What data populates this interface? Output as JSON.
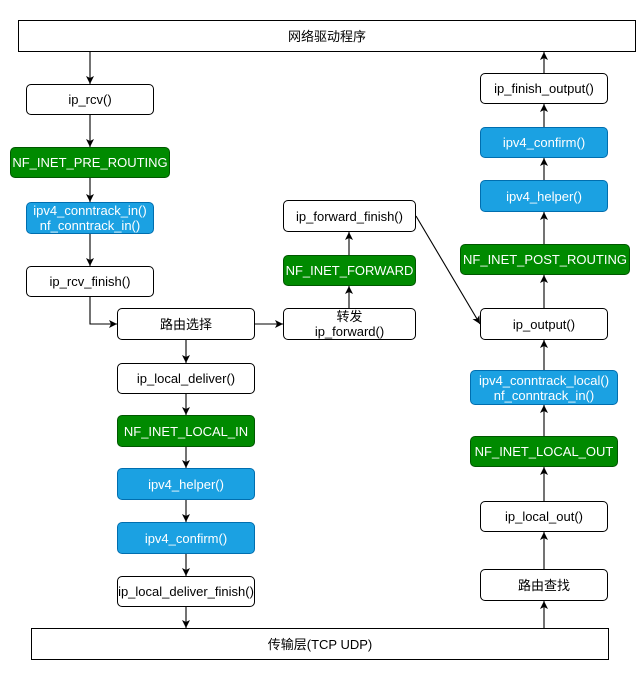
{
  "colors": {
    "hook_fill": "#008a00",
    "hook_stroke": "#005700",
    "helper_fill": "#1ba1e2",
    "helper_stroke": "#006eaf",
    "plain_fill": "#ffffff",
    "line": "#000000"
  },
  "layers": {
    "top": "网络驱动程序",
    "bottom": "传输层(TCP UDP)"
  },
  "receive_path": {
    "ip_rcv": "ip_rcv()",
    "pre_routing_hook": "NF_INET_PRE_ROUTING",
    "conntrack_in": [
      "ipv4_conntrack_in()",
      "nf_conntrack_in()"
    ],
    "ip_rcv_finish": "ip_rcv_finish()",
    "routing_decision": "路由选择"
  },
  "local_in_path": {
    "ip_local_deliver": "ip_local_deliver()",
    "local_in_hook": "NF_INET_LOCAL_IN",
    "helper": "ipv4_helper()",
    "confirm": "ipv4_confirm()",
    "ip_local_deliver_finish": "ip_local_deliver_finish()"
  },
  "forward_path": {
    "forward": [
      "转发",
      "ip_forward()"
    ],
    "forward_hook": "NF_INET_FORWARD",
    "ip_forward_finish": "ip_forward_finish()"
  },
  "output_path": {
    "route_lookup": "路由查找",
    "ip_local_out": "ip_local_out()",
    "local_out_hook": "NF_INET_LOCAL_OUT",
    "conntrack_local": [
      "ipv4_conntrack_local()",
      "nf_conntrack_in()"
    ],
    "ip_output": "ip_output()",
    "post_routing_hook": "NF_INET_POST_ROUTING",
    "helper": "ipv4_helper()",
    "confirm": "ipv4_confirm()",
    "ip_finish_output": "ip_finish_output()"
  }
}
